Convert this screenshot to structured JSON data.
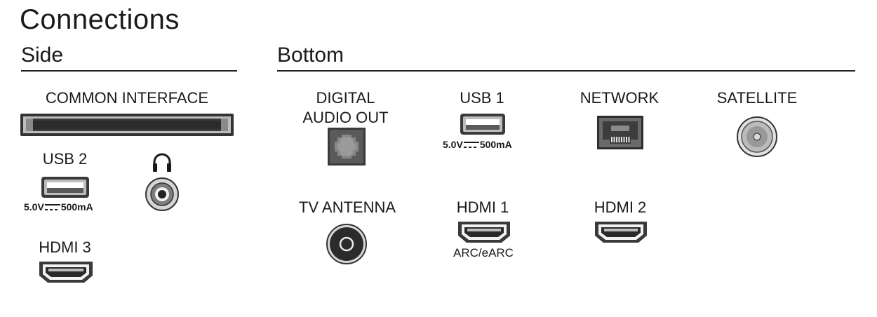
{
  "page": {
    "title": "Connections"
  },
  "sections": {
    "side": {
      "title": "Side",
      "ports": {
        "common_interface": {
          "label": "COMMON INTERFACE",
          "icon": "ci-slot-icon"
        },
        "usb2": {
          "label": "USB 2",
          "spec": "5.0V",
          "spec_current": "500mA",
          "icon": "usb-port-icon"
        },
        "headphone": {
          "icon": "headphone-icon",
          "jack_icon": "audio-jack-icon"
        },
        "hdmi3": {
          "label": "HDMI 3",
          "icon": "hdmi-port-icon"
        }
      }
    },
    "bottom": {
      "title": "Bottom",
      "ports": {
        "digital_audio_out": {
          "label_line1": "DIGITAL",
          "label_line2": "AUDIO OUT",
          "icon": "optical-port-icon"
        },
        "usb1": {
          "label": "USB 1",
          "spec": "5.0V",
          "spec_current": "500mA",
          "icon": "usb-port-icon"
        },
        "network": {
          "label": "NETWORK",
          "icon": "ethernet-port-icon"
        },
        "satellite": {
          "label": "SATELLITE",
          "icon": "f-connector-icon"
        },
        "tv_antenna": {
          "label": "TV ANTENNA",
          "icon": "antenna-port-icon"
        },
        "hdmi1": {
          "label": "HDMI 1",
          "sublabel": "ARC/eARC",
          "icon": "hdmi-port-icon"
        },
        "hdmi2": {
          "label": "HDMI 2",
          "icon": "hdmi-port-icon"
        }
      }
    }
  },
  "colors": {
    "text": "#1a1a1a",
    "port_dark": "#3a3a3a",
    "port_mid": "#7a7a7a",
    "port_light": "#cfcfcf"
  }
}
